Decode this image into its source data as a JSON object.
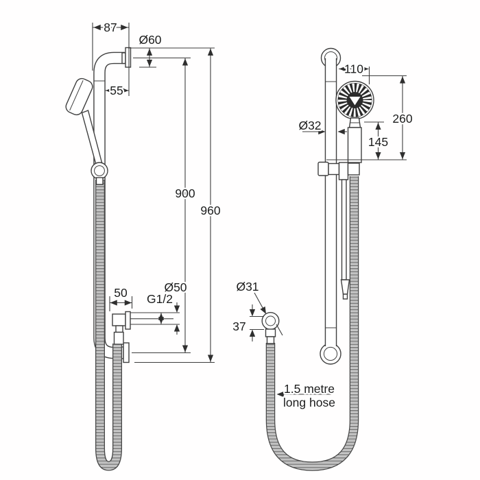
{
  "drawing": {
    "side_view": {
      "dim_87": "87",
      "dim_dia60": "Ø60",
      "dim_55": "55",
      "dim_900": "900",
      "dim_960": "960",
      "dim_50": "50",
      "dim_g12": "G1/2",
      "dim_dia50": "Ø50"
    },
    "front_view": {
      "dim_110": "110",
      "dim_260": "260",
      "dim_145": "145",
      "dim_dia32": "Ø32",
      "dim_dia31": "Ø31",
      "dim_37": "37"
    },
    "note": {
      "line1": "1.5 metre",
      "line2": "long hose"
    },
    "colors": {
      "line": "#3c3c3c",
      "text": "#1c1c1c",
      "head_face": "#2b2b2b",
      "background": "#ffffff"
    }
  }
}
